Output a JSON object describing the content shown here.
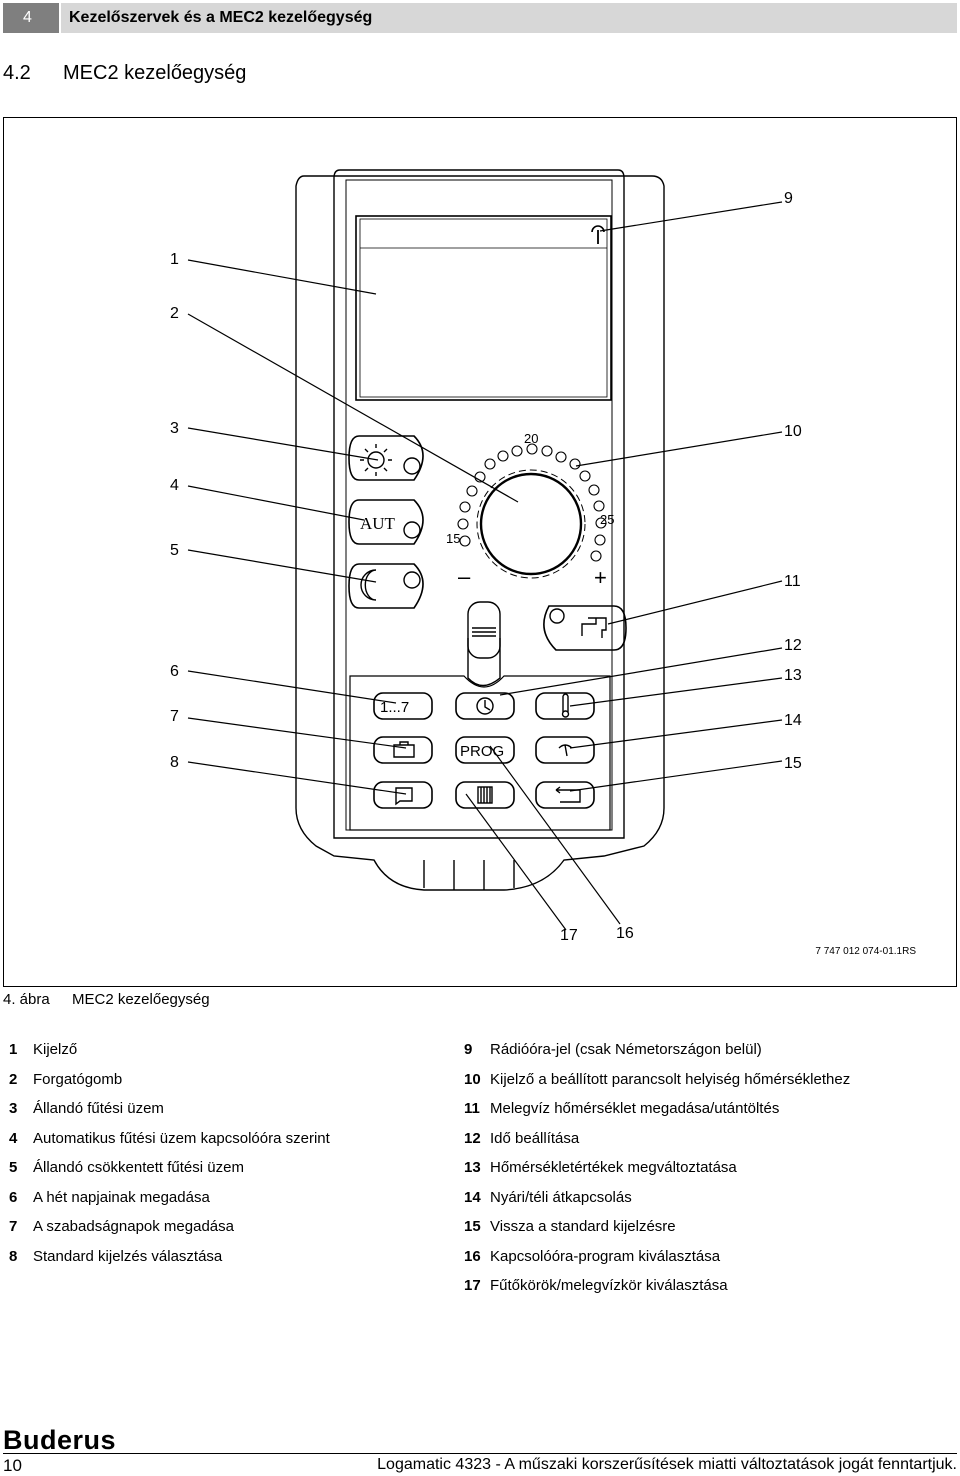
{
  "header": {
    "number": "4",
    "title": "Kezelőszervek és a MEC2 kezelőegység"
  },
  "section": {
    "number": "4.2",
    "title": "MEC2 kezelőegység"
  },
  "figure": {
    "code": "7 747 012 074-01.1RS",
    "caption_label": "4. ábra",
    "caption_text": "MEC2 kezelőegység",
    "device": {
      "scale_20": "20",
      "scale_25": "25",
      "scale_15": "15",
      "minus": "–",
      "plus": "+",
      "btn_aut": "AUT",
      "btn_days": "1...7",
      "btn_prog": "PROG"
    },
    "callouts": {
      "c1": "1",
      "c2": "2",
      "c3": "3",
      "c4": "4",
      "c5": "5",
      "c6": "6",
      "c7": "7",
      "c8": "8",
      "c9": "9",
      "c10": "10",
      "c11": "11",
      "c12": "12",
      "c13": "13",
      "c14": "14",
      "c15": "15",
      "c16": "16",
      "c17": "17"
    }
  },
  "legend_left": [
    {
      "num": "1",
      "text": "Kijelző"
    },
    {
      "num": "2",
      "text": "Forgatógomb"
    },
    {
      "num": "3",
      "text": "Állandó fűtési üzem"
    },
    {
      "num": "4",
      "text": "Automatikus fűtési üzem kapcsolóóra szerint"
    },
    {
      "num": "5",
      "text": "Állandó csökkentett fűtési üzem"
    },
    {
      "num": "6",
      "text": "A hét napjainak megadása"
    },
    {
      "num": "7",
      "text": "A szabadságnapok megadása"
    },
    {
      "num": "8",
      "text": "Standard kijelzés választása"
    }
  ],
  "legend_right": [
    {
      "num": "9",
      "text": "Rádióóra-jel (csak Németországon belül)"
    },
    {
      "num": "10",
      "text": "Kijelző a beállított parancsolt helyiség hőmérséklethez"
    },
    {
      "num": "11",
      "text": "Melegvíz hőmérséklet megadása/utántöltés"
    },
    {
      "num": "12",
      "text": "Idő beállítása"
    },
    {
      "num": "13",
      "text": "Hőmérsékletértékek megváltoztatása"
    },
    {
      "num": "14",
      "text": "Nyári/téli átkapcsolás"
    },
    {
      "num": "15",
      "text": "Vissza a standard kijelzésre"
    },
    {
      "num": "16",
      "text": "Kapcsolóóra-program kiválasztása"
    },
    {
      "num": "17",
      "text": "Fűtőkörök/melegvízkör kiválasztása"
    }
  ],
  "footer": {
    "logo": "Buderus",
    "page": "10",
    "text": "Logamatic 4323 - A műszaki korszerűsítések miatti változtatások jogát fenntartjuk."
  }
}
